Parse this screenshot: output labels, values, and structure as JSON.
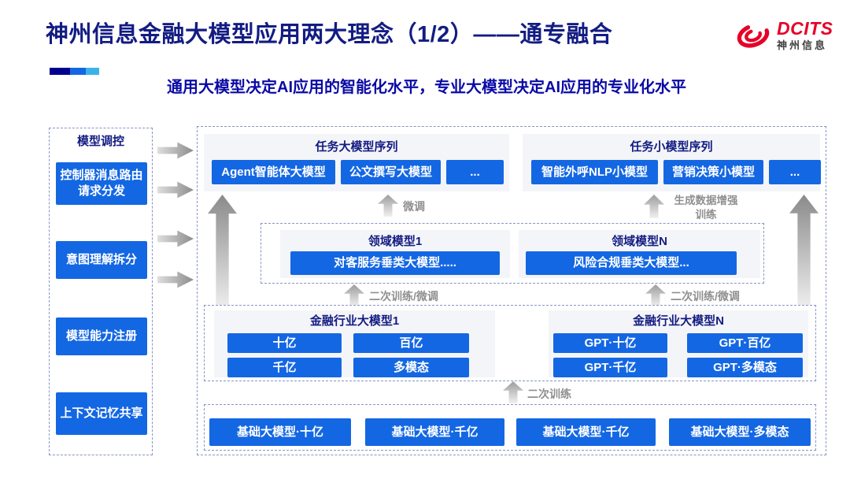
{
  "header": {
    "title": "神州信息金融大模型应用两大理念（1/2）——通专融合",
    "subtitle": "通用大模型决定AI应用的智能化水平，专业大模型决定AI应用的专业化水平",
    "logo": {
      "brand": "DCITS",
      "brand_cn": "神州信息",
      "brand_color": "#e60028"
    }
  },
  "colors": {
    "box_blue": "#1467e3",
    "heading_navy": "#131c82",
    "subtitle_blue": "#0a0aa6",
    "panel_gray": "#f4f5f8",
    "dashed_border": "#8895c5",
    "deco": [
      "#00008f",
      "#1467e3",
      "#3ab4e6"
    ]
  },
  "sidebar": {
    "title": "模型调控",
    "items": [
      {
        "label": "控制器消息路由请求分发"
      },
      {
        "label": "意图理解拆分"
      },
      {
        "label": "模型能力注册"
      },
      {
        "label": "上下文记忆共享"
      }
    ]
  },
  "diagram": {
    "task_large": {
      "title": "任务大模型序列",
      "items": [
        "Agent智能体大模型",
        "公文撰写大模型",
        "..."
      ]
    },
    "task_small": {
      "title": "任务小模型序列",
      "items": [
        "智能外呼NLP小模型",
        "营销决策小模型",
        "..."
      ]
    },
    "domain": [
      {
        "title": "领域模型1",
        "item": "对客服务垂类大模型....."
      },
      {
        "title": "领域模型N",
        "item": "风险合规垂类大模型..."
      }
    ],
    "industry": [
      {
        "title": "金融行业大模型1",
        "items": [
          "十亿",
          "百亿",
          "千亿",
          "多模态"
        ]
      },
      {
        "title": "金融行业大模型N",
        "items": [
          "GPT·十亿",
          "GPT·百亿",
          "GPT·千亿",
          "GPT·多模态"
        ]
      }
    ],
    "base": [
      "基础大模型·十亿",
      "基础大模型·千亿",
      "基础大模型·千亿",
      "基础大模型·多模态"
    ],
    "labels": {
      "fine_tune": "微调",
      "gen_line1": "生成数据增强",
      "gen_line2": "训练",
      "retrain_ft_left": "二次训练/微调",
      "retrain_ft_right": "二次训练/微调",
      "retrain": "二次训练"
    }
  }
}
